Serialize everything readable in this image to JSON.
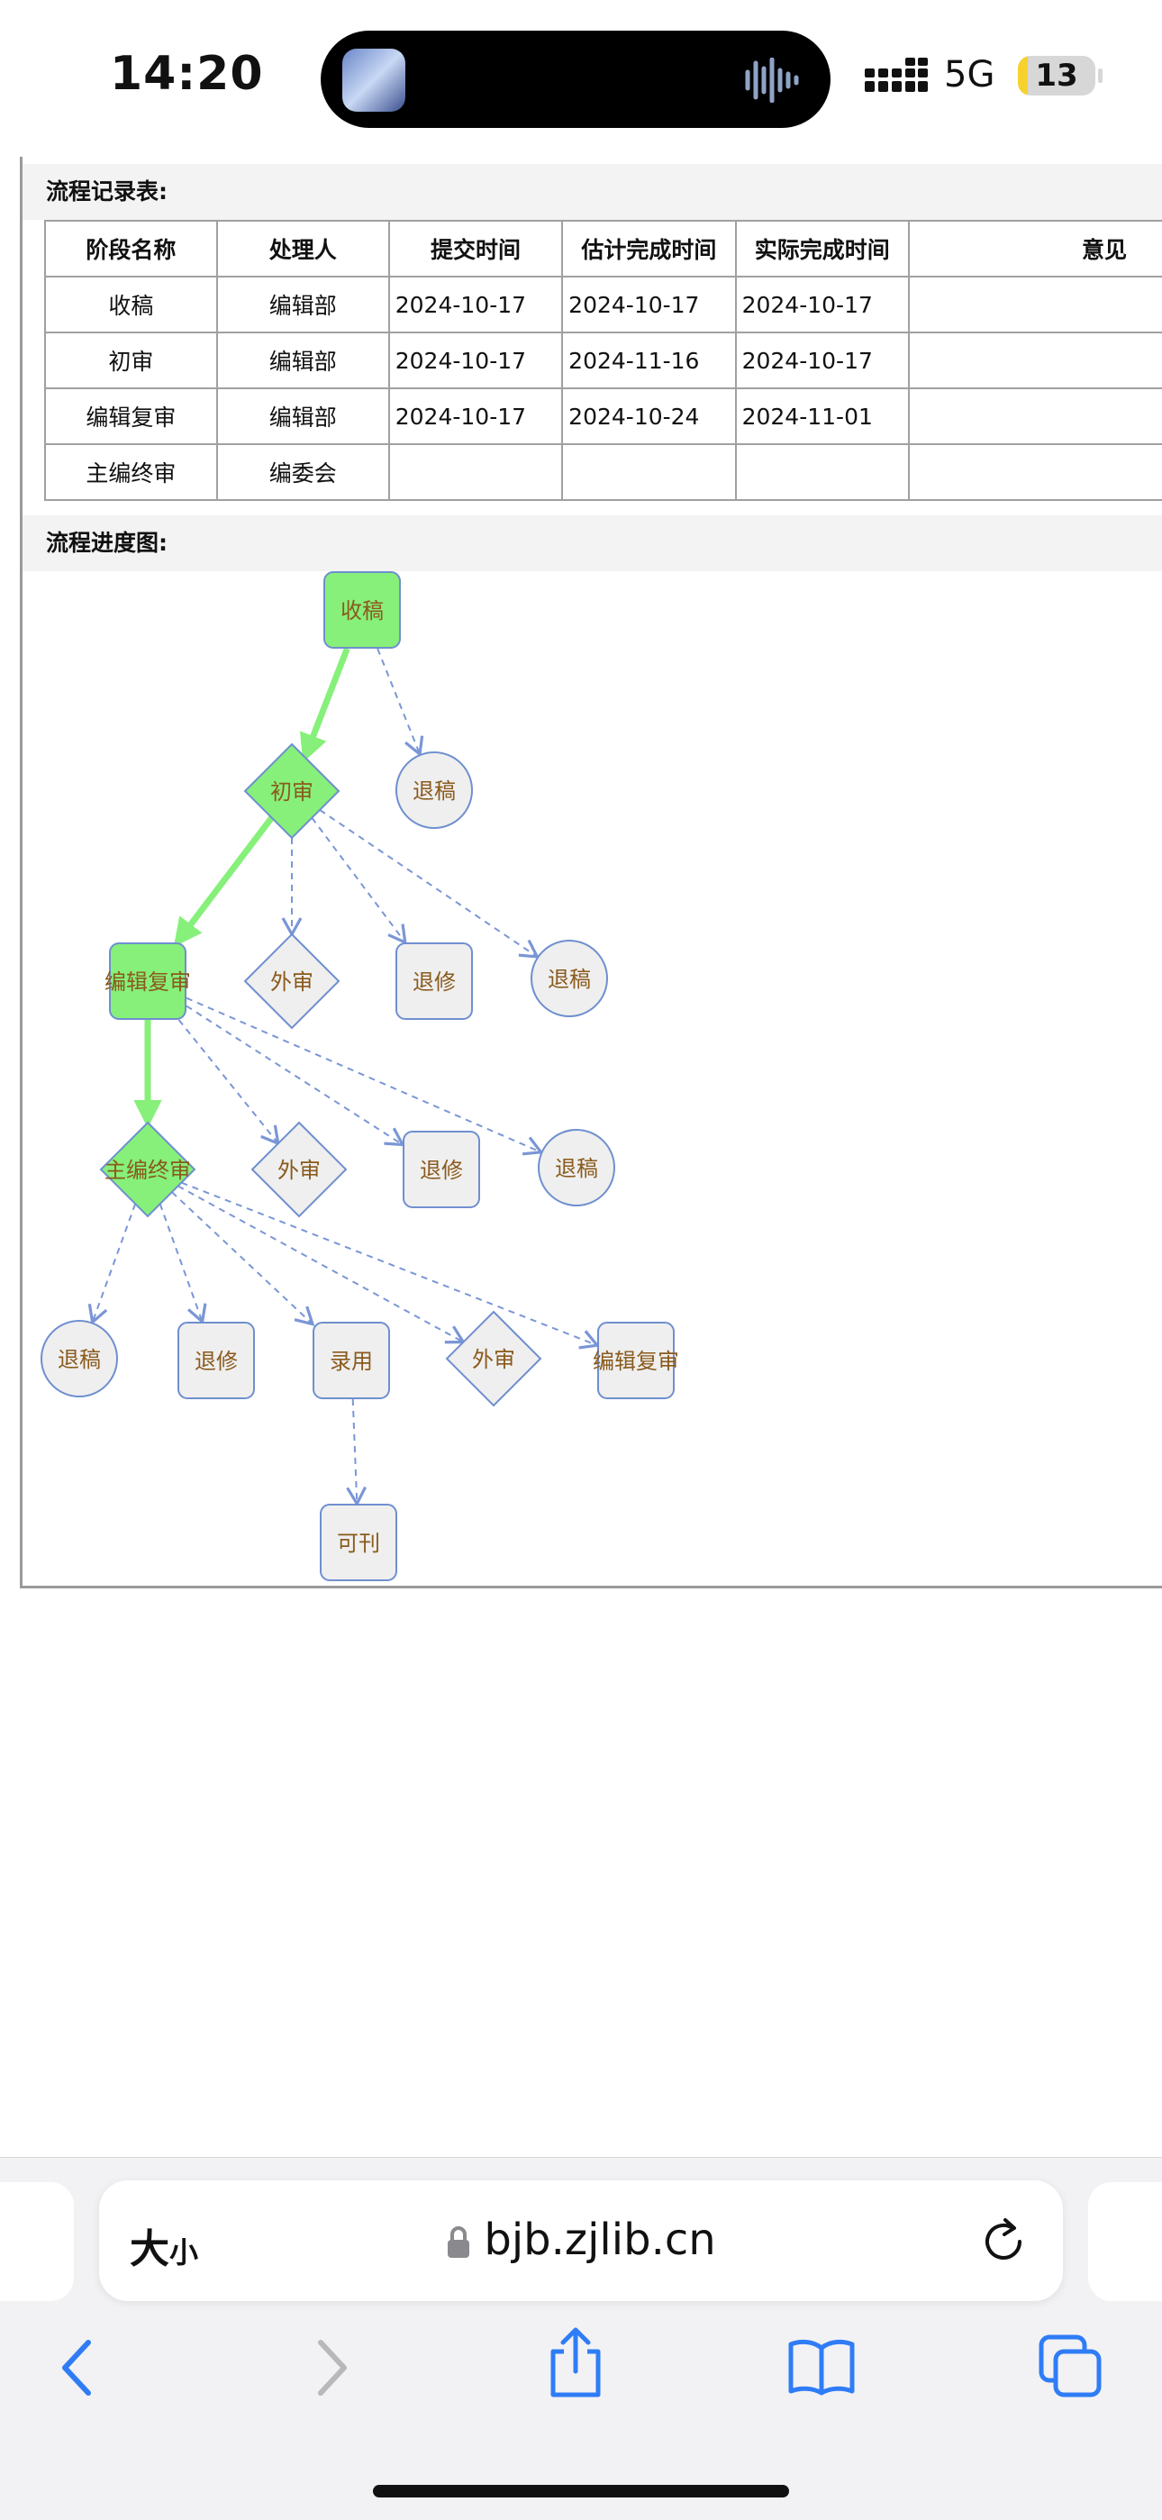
{
  "status_bar": {
    "time": "14:20",
    "network": "5G",
    "battery_level": "13",
    "battery_fraction": 0.13
  },
  "record_section": {
    "title": "流程记录表:",
    "columns": [
      "阶段名称",
      "处理人",
      "提交时间",
      "估计完成时间",
      "实际完成时间",
      "意见"
    ],
    "rows": [
      [
        "收稿",
        "编辑部",
        "2024-10-17",
        "2024-10-17",
        "2024-10-17",
        ""
      ],
      [
        "初审",
        "编辑部",
        "2024-10-17",
        "2024-11-16",
        "2024-10-17",
        ""
      ],
      [
        "编辑复审",
        "编辑部",
        "2024-10-17",
        "2024-10-24",
        "2024-11-01",
        ""
      ],
      [
        "主编终审",
        "编委会",
        "",
        "",
        "",
        ""
      ]
    ]
  },
  "progress_section": {
    "title": "流程进度图:",
    "nodes": [
      {
        "id": "n_receive",
        "label": "收稿",
        "shape": "rect",
        "state": "done"
      },
      {
        "id": "n_reject1",
        "label": "退稿",
        "shape": "circle",
        "state": "pending"
      },
      {
        "id": "n_first",
        "label": "初审",
        "shape": "diamond",
        "state": "done"
      },
      {
        "id": "n_edit",
        "label": "编辑复审",
        "shape": "rect",
        "state": "done"
      },
      {
        "id": "n_ext1",
        "label": "外审",
        "shape": "diamond",
        "state": "pending"
      },
      {
        "id": "n_rev1",
        "label": "退修",
        "shape": "rect",
        "state": "pending"
      },
      {
        "id": "n_reject2",
        "label": "退稿",
        "shape": "circle",
        "state": "pending"
      },
      {
        "id": "n_chief",
        "label": "主编终审",
        "shape": "diamond",
        "state": "done"
      },
      {
        "id": "n_ext2",
        "label": "外审",
        "shape": "diamond",
        "state": "pending"
      },
      {
        "id": "n_rev2",
        "label": "退修",
        "shape": "rect",
        "state": "pending"
      },
      {
        "id": "n_reject3",
        "label": "退稿",
        "shape": "circle",
        "state": "pending"
      },
      {
        "id": "n_reject4",
        "label": "退稿",
        "shape": "circle",
        "state": "pending"
      },
      {
        "id": "n_rev3",
        "label": "退修",
        "shape": "rect",
        "state": "pending"
      },
      {
        "id": "n_accept",
        "label": "录用",
        "shape": "rect",
        "state": "pending"
      },
      {
        "id": "n_ext3",
        "label": "外审",
        "shape": "diamond",
        "state": "pending"
      },
      {
        "id": "n_edit2",
        "label": "编辑复审",
        "shape": "rect",
        "state": "pending"
      },
      {
        "id": "n_publish",
        "label": "可刊",
        "shape": "rect",
        "state": "pending"
      }
    ],
    "edges": [
      {
        "from": "n_receive",
        "to": "n_first",
        "kind": "taken"
      },
      {
        "from": "n_receive",
        "to": "n_reject1",
        "kind": "possible"
      },
      {
        "from": "n_first",
        "to": "n_edit",
        "kind": "taken"
      },
      {
        "from": "n_first",
        "to": "n_ext1",
        "kind": "possible"
      },
      {
        "from": "n_first",
        "to": "n_rev1",
        "kind": "possible"
      },
      {
        "from": "n_first",
        "to": "n_reject2",
        "kind": "possible"
      },
      {
        "from": "n_edit",
        "to": "n_chief",
        "kind": "taken"
      },
      {
        "from": "n_edit",
        "to": "n_ext2",
        "kind": "possible"
      },
      {
        "from": "n_edit",
        "to": "n_rev2",
        "kind": "possible"
      },
      {
        "from": "n_edit",
        "to": "n_reject3",
        "kind": "possible"
      },
      {
        "from": "n_chief",
        "to": "n_reject4",
        "kind": "possible"
      },
      {
        "from": "n_chief",
        "to": "n_rev3",
        "kind": "possible"
      },
      {
        "from": "n_chief",
        "to": "n_accept",
        "kind": "possible"
      },
      {
        "from": "n_chief",
        "to": "n_ext3",
        "kind": "possible"
      },
      {
        "from": "n_chief",
        "to": "n_edit2",
        "kind": "possible"
      },
      {
        "from": "n_accept",
        "to": "n_publish",
        "kind": "possible"
      }
    ],
    "colors": {
      "done_fill": "#86f07a",
      "pending_fill": "#efefef",
      "stroke": "#6f8fcf",
      "taken_edge": "#86f07a",
      "possible_edge": "#7a96d6",
      "label": "#8a5a1c"
    }
  },
  "browser": {
    "text_size_big": "大",
    "text_size_small": "小",
    "url": "bjb.zjlib.cn"
  }
}
